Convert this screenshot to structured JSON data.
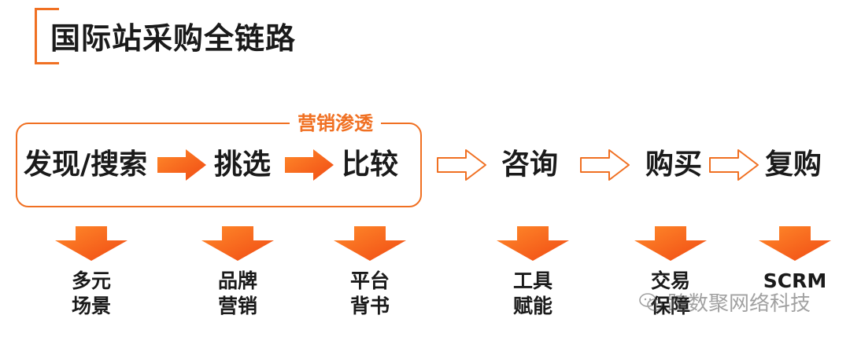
{
  "title": "国际站采购全链路",
  "group_label": "营销渗透",
  "stages": [
    "发现/搜索",
    "挑选",
    "比较",
    "咨询",
    "购买",
    "复购"
  ],
  "benefits": [
    [
      "多元",
      "场景"
    ],
    [
      "品牌",
      "营销"
    ],
    [
      "平台",
      "背书"
    ],
    [
      "工具",
      "赋能"
    ],
    [
      "交易",
      "保障"
    ],
    [
      "SCRM",
      ""
    ]
  ],
  "watermark": "跨数聚网络科技",
  "colors": {
    "accent": "#f07022",
    "arrow_gradient_start": "#ff8a2a",
    "arrow_gradient_end": "#f04a14"
  },
  "icons": [
    "solid-right-arrow-icon",
    "outline-right-arrow-icon",
    "down-arrow-icon",
    "wechat-icon"
  ]
}
